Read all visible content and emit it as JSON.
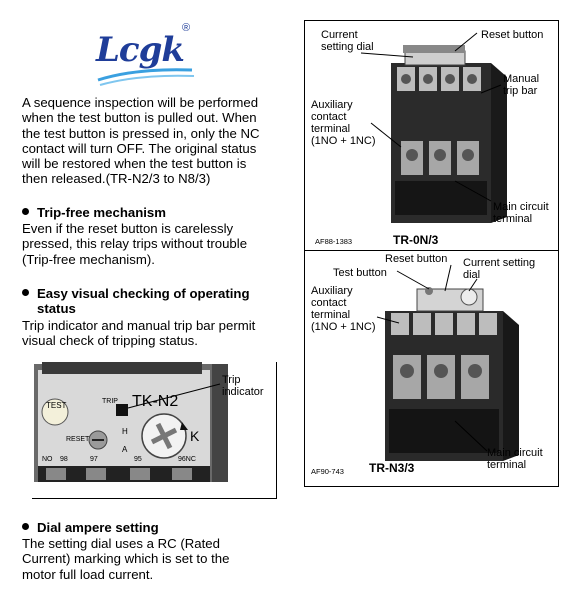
{
  "logo": {
    "text": "Lcgk",
    "registered": "®"
  },
  "sections": {
    "test": {
      "lines": [
        "A sequence inspection will be performed",
        "when the test button is pulled out. When",
        "the test button is pressed in, only the NC",
        "contact will turn OFF. The original status",
        "will be restored when the test button is",
        "then released.(TR-N2/3 to N8/3)"
      ]
    },
    "trip_free": {
      "heading": "Trip-free mechanism",
      "lines": [
        "Even if the reset button is carelessly",
        "pressed, this relay trips without trouble",
        "(Trip-free mechanism)."
      ]
    },
    "visual": {
      "heading_lines": [
        "Easy visual checking of operating",
        "status"
      ],
      "lines": [
        "Trip indicator and manual trip bar permit",
        "visual check of tripping status."
      ]
    },
    "dial": {
      "heading": "Dial ampere setting",
      "lines": [
        "The setting dial uses a RC (Rated",
        "Current) marking which is set to the",
        "motor full load current."
      ]
    }
  },
  "photo": {
    "trip_indicator_label": [
      "Trip",
      "indicator"
    ],
    "panel_text": {
      "test": "TEST",
      "trip": "TRIP",
      "model": "TK-N2",
      "reset": "RESET",
      "h": "H",
      "a": "A",
      "k": "K",
      "no": "NO",
      "n98": "98",
      "n97": "97",
      "n95": "95",
      "n96": "96NC"
    }
  },
  "figures": {
    "top": {
      "labels": {
        "current_dial": [
          "Current",
          "setting dial"
        ],
        "reset": "Reset button",
        "manual_trip": [
          "Manual",
          "trip bar"
        ],
        "aux": [
          "Auxiliary",
          "contact",
          "terminal",
          "(1NO + 1NC)"
        ],
        "main": [
          "Main circuit",
          "terminal"
        ]
      },
      "code": "AF88-1383",
      "model": "TR-0N/3"
    },
    "bottom": {
      "labels": {
        "reset": "Reset button",
        "test": "Test button",
        "current_dial": [
          "Current setting",
          "dial"
        ],
        "aux": [
          "Auxiliary",
          "contact",
          "terminal",
          "(1NO + 1NC)"
        ],
        "main": [
          "Main circuit",
          "terminal"
        ]
      },
      "code": "AF90-743",
      "model": "TR-N3/3"
    }
  }
}
